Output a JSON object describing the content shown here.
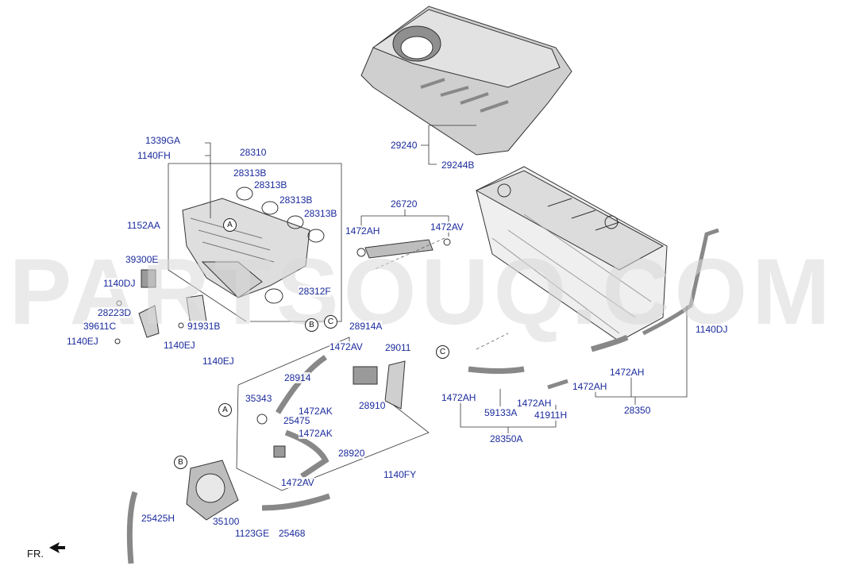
{
  "watermark": "PARTSOUQ.COM",
  "front_marker": "FR.",
  "callouts": {
    "a": "A",
    "b": "B",
    "c": "C"
  },
  "labels": {
    "p29240": "29240",
    "p29244B": "29244B",
    "p1339GA": "1339GA",
    "p1140FH": "1140FH",
    "p28310": "28310",
    "p28313B_1": "28313B",
    "p28313B_2": "28313B",
    "p28313B_3": "28313B",
    "p28313B_4": "28313B",
    "p1152AA": "1152AA",
    "p39300E": "39300E",
    "p1140DJ_left": "1140DJ",
    "p28223D": "28223D",
    "p39611C": "39611C",
    "p1140EJ_1": "1140EJ",
    "p91931B": "91931B",
    "p1140EJ_2": "1140EJ",
    "p28312F": "28312F",
    "p26720": "26720",
    "p1472AH_top": "1472AH",
    "p1472AV_top": "1472AV",
    "p28914A": "28914A",
    "p1140EJ_3": "1140EJ",
    "p1472AV_mid": "1472AV",
    "p29011": "29011",
    "p28914": "28914",
    "p35343": "35343",
    "p1472AK_1": "1472AK",
    "p28910": "28910",
    "p25475": "25475",
    "p1472AK_2": "1472AK",
    "p28920": "28920",
    "p1472AV_bot": "1472AV",
    "p1140FY": "1140FY",
    "p25425H": "25425H",
    "p35100": "35100",
    "p1123GE": "1123GE",
    "p25468": "25468",
    "p1472AH_c": "1472AH",
    "p59133A": "59133A",
    "p1472AH_d": "1472AH",
    "p41911H": "41911H",
    "p28350A": "28350A",
    "p1472AH_e": "1472AH",
    "p1472AH_f": "1472AH",
    "p28350": "28350",
    "p1140DJ_right": "1140DJ"
  },
  "colors": {
    "label": "#1a2a9c",
    "line": "#222222",
    "part_fill": "#e4e4e4",
    "part_dark": "#9a9a9a",
    "cover_fill": "#cfcfcf"
  }
}
